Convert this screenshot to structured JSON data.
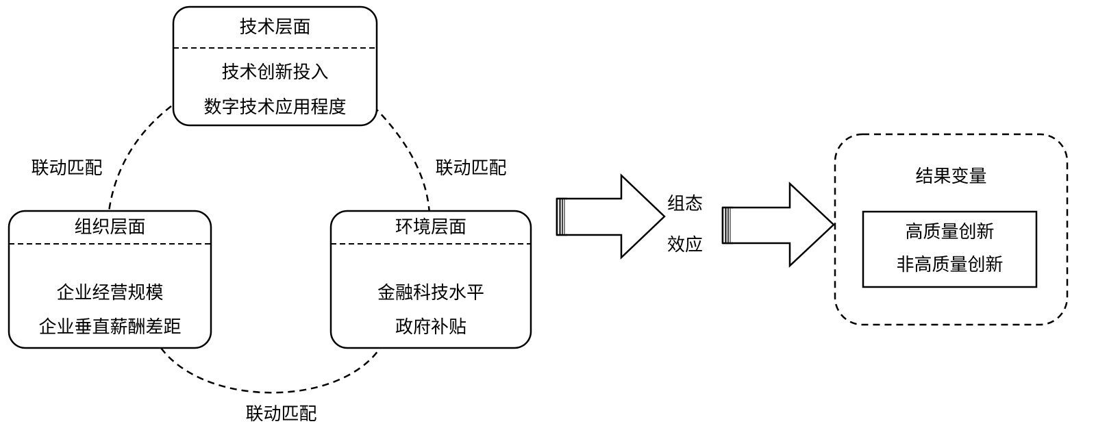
{
  "tech": {
    "title": "技术层面",
    "items": [
      "技术创新投入",
      "数字技术应用程度"
    ]
  },
  "org": {
    "title": "组织层面",
    "items": [
      "企业经营规模",
      "企业垂直薪酬差距"
    ]
  },
  "env": {
    "title": "环境层面",
    "items": [
      "金融科技水平",
      "政府补贴"
    ]
  },
  "links": {
    "left": "联动匹配",
    "right": "联动匹配",
    "bottom": "联动匹配"
  },
  "effect": {
    "line1": "组态",
    "line2": "效应"
  },
  "outcome": {
    "title": "结果变量",
    "items": [
      "高质量创新",
      "非高质量创新"
    ]
  }
}
